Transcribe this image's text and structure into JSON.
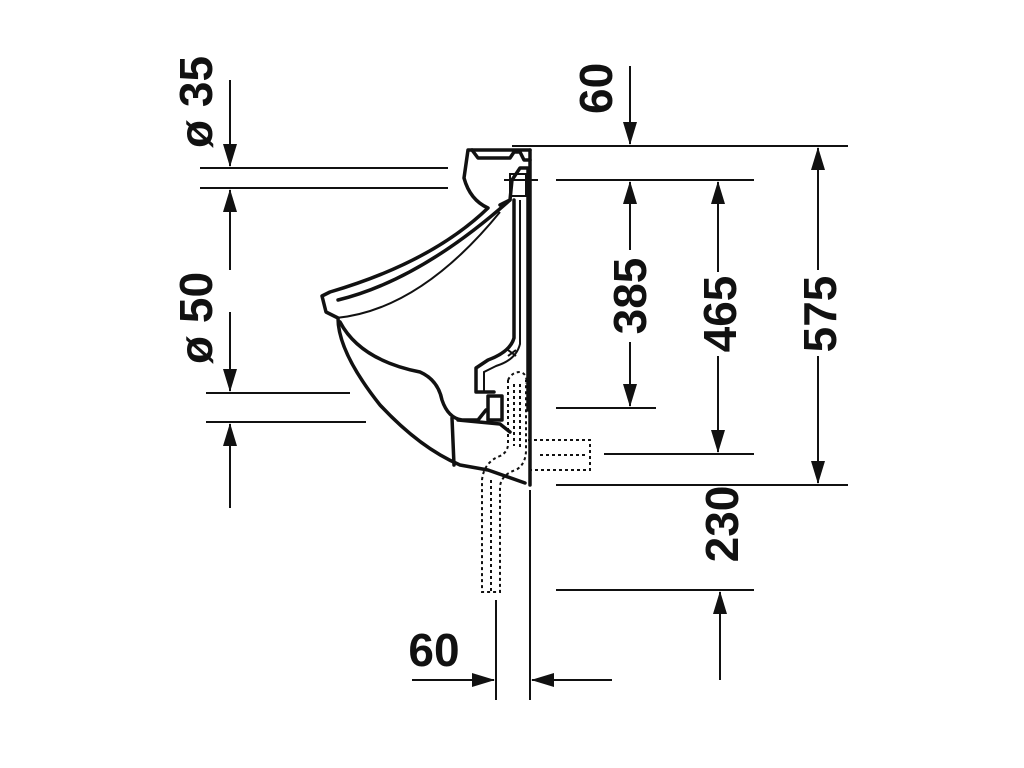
{
  "drawing": {
    "ink_color": "#111111",
    "background_color": "#ffffff",
    "dimensions": {
      "inlet_diameter": "ø 35",
      "outlet_diameter": "ø 50",
      "top_offset": "60",
      "inlet_to_outlet": "385",
      "inlet_to_siphon": "465",
      "overall_height": "575",
      "outlet_height": "230",
      "wall_offset": "60"
    }
  }
}
